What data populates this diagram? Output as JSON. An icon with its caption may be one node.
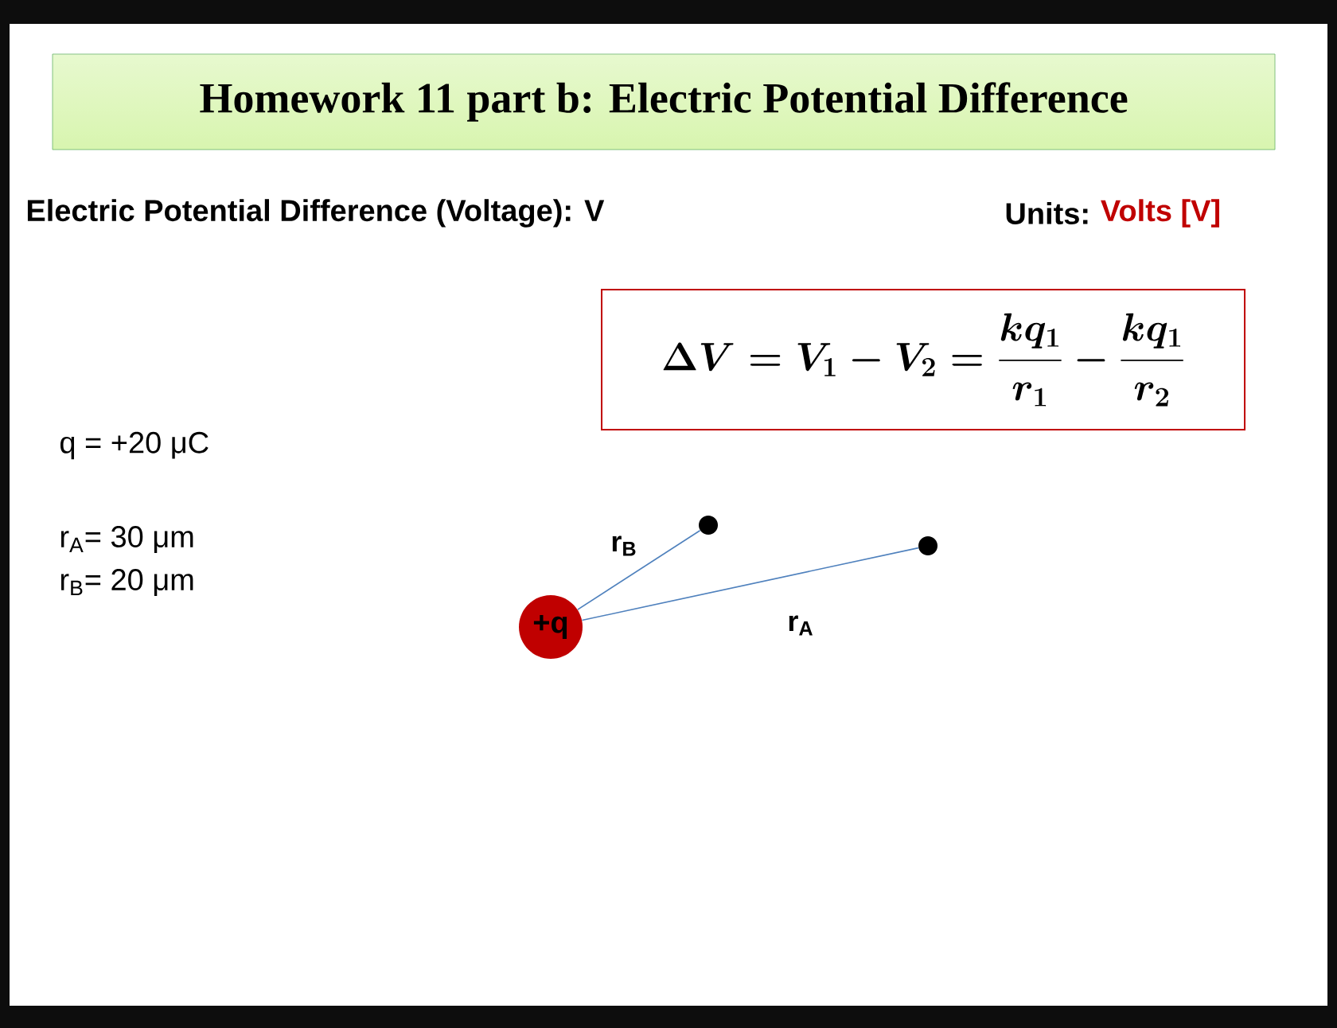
{
  "diagram": {
    "nodes": [
      {
        "text": [
          "Homework 11 part b: Electric Potential Difference"
        ]
      },
      {
        "text": [
          "\\Delta V = V_1 - V_2 = \\frac{kq_1}{r_1} - \\frac{kq_1}{r_2}"
        ]
      },
      {
        "text": [
          "+q"
        ]
      },
      {
        "text": [],
        "shape": "circle"
      },
      {
        "text": [],
        "shape": "circle"
      }
    ],
    "edges": [
      {
        "from": 2,
        "to": 3,
        "arrow": "none",
        "label": "r$_{B}$"
      },
      {
        "from": 2,
        "to": 4,
        "arrow": "none",
        "label": "r$_{A}$"
      }
    ],
    "labels": [
      "Electric Potential Difference (Voltage): V",
      "Units:",
      "Volts [V]",
      "q = +20 μC",
      "r$_{A}$= 30 μm",
      "r$_{B}$= 20 μm"
    ]
  }
}
